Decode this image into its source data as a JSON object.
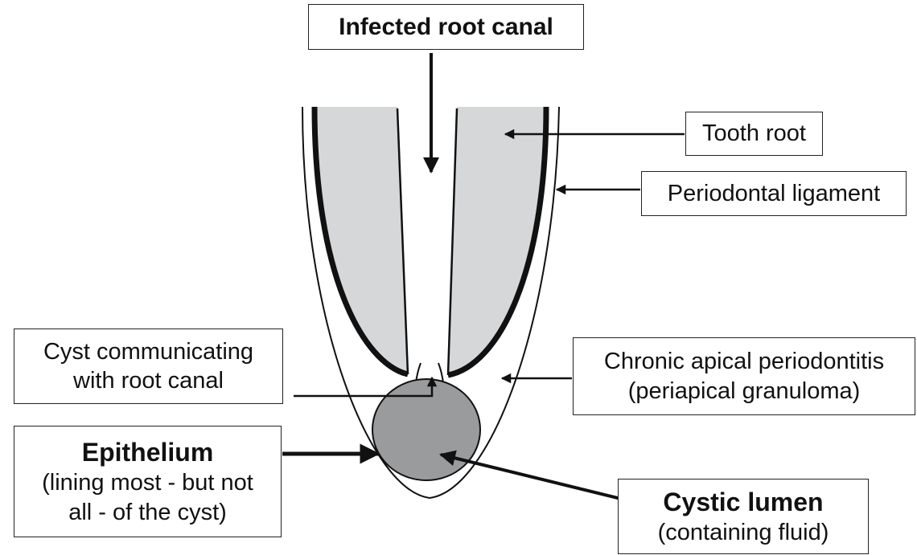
{
  "labels": {
    "infected_root_canal": "Infected root canal",
    "tooth_root": "Tooth root",
    "periodontal_ligament": "Periodontal ligament",
    "cyst_communicating_1": "Cyst communicating",
    "cyst_communicating_2": "with root canal",
    "chronic_1": "Chronic apical periodontitis",
    "chronic_2": "(periapical granuloma)",
    "epithelium_title": "Epithelium",
    "epithelium_1": "(lining most - but not",
    "epithelium_2": "all - of the cyst)",
    "cystic_lumen_title": "Cystic lumen",
    "cystic_lumen_1": "(containing fluid)"
  },
  "colors": {
    "tooth_fill": "#d6d7d9",
    "cyst_fill": "#9a9b9d",
    "stroke": "#111111"
  }
}
